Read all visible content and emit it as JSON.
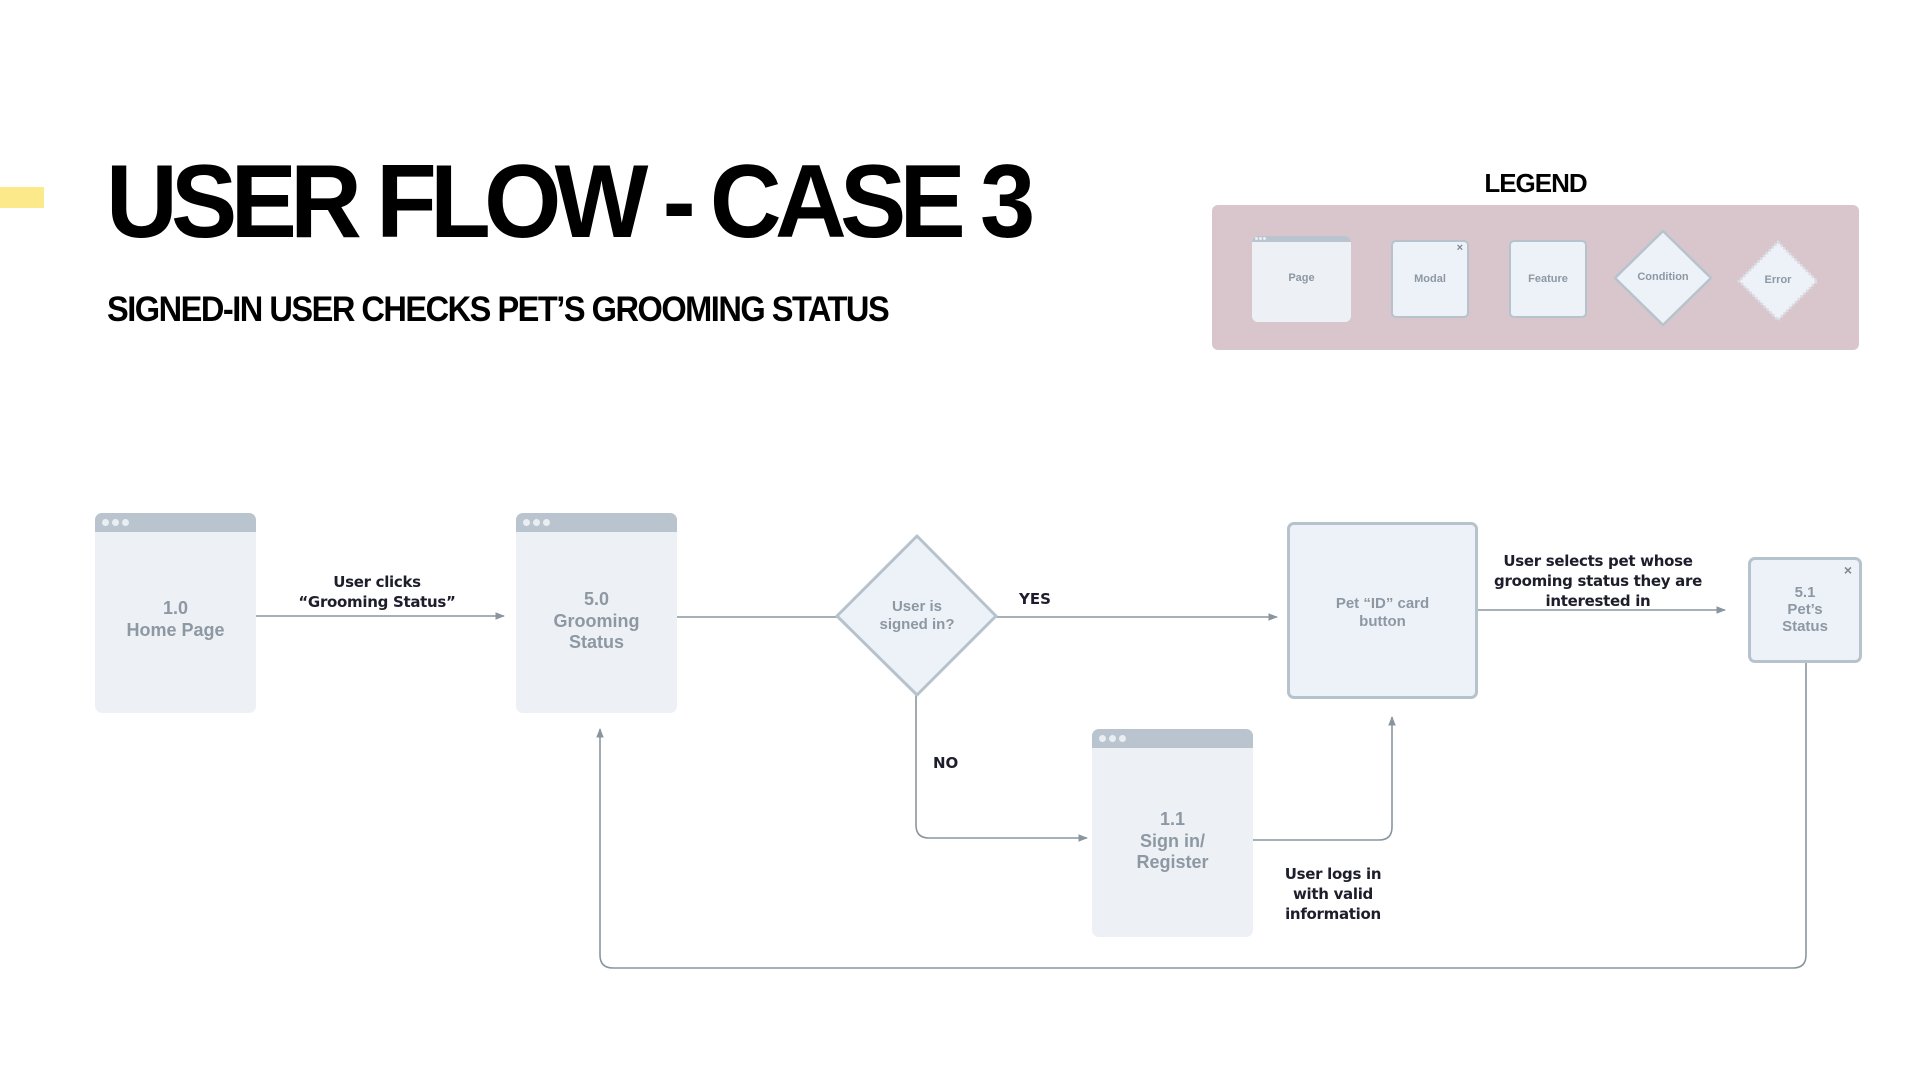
{
  "colors": {
    "accent": "#fce98a",
    "legend_bg": "#d9c6cc",
    "shape_fill": "#edf1f5",
    "shape_border": "#b6c3cd",
    "page_bar": "#b9c4ce",
    "connector": "#8a969f",
    "shape_text": "#8d98a3",
    "label_text": "#1d1d2b"
  },
  "header": {
    "title": "USER FLOW - CASE 3",
    "subtitle": "SIGNED-IN USER CHECKS PET’S GROOMING STATUS"
  },
  "legend": {
    "title": "LEGEND",
    "items": [
      {
        "type": "page",
        "label": "Page"
      },
      {
        "type": "modal",
        "label": "Modal",
        "icon": "close-icon",
        "glyph": "×"
      },
      {
        "type": "feature",
        "label": "Feature"
      },
      {
        "type": "condition",
        "label": "Condition"
      },
      {
        "type": "error",
        "label": "Error"
      }
    ]
  },
  "nodes": {
    "home": {
      "type": "page",
      "number": "1.0",
      "name": "Home Page"
    },
    "grooming": {
      "type": "page",
      "number": "5.0",
      "name_line1": "Grooming",
      "name_line2": "Status"
    },
    "signed_in": {
      "type": "condition",
      "line1": "User is",
      "line2": "signed in?"
    },
    "pet_card": {
      "type": "feature",
      "line1": "Pet “ID” card",
      "line2": "button"
    },
    "pet_status": {
      "type": "modal",
      "number": "5.1",
      "line1": "Pet’s",
      "line2": "Status",
      "close_glyph": "×"
    },
    "sign_in": {
      "type": "page",
      "number": "1.1",
      "line1": "Sign in/",
      "line2": "Register"
    }
  },
  "edges": {
    "home_to_grooming": {
      "line1": "User clicks",
      "line2": "“Grooming Status”"
    },
    "yes": "YES",
    "no": "NO",
    "card_to_status": {
      "line1": "User selects pet whose",
      "line2": "grooming status they are",
      "line3": "interested in"
    },
    "signin_to_card": {
      "line1": "User logs in",
      "line2": "with valid",
      "line3": "information"
    }
  }
}
